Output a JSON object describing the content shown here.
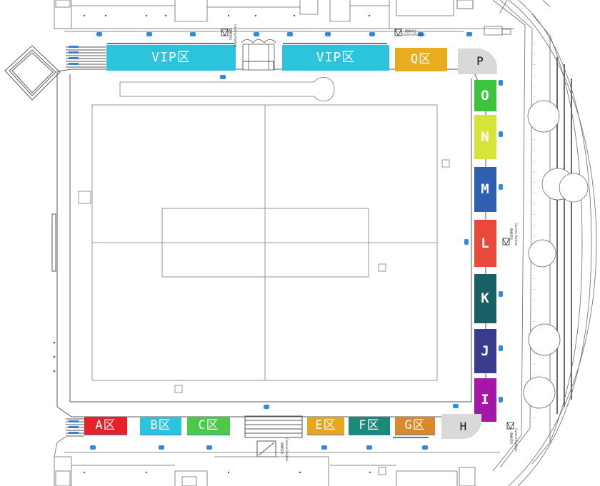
{
  "sections": [
    {
      "id": "vip_left",
      "label": "VIP区",
      "color": "#2bc4dc"
    },
    {
      "id": "vip_right",
      "label": "VIP区",
      "color": "#2bc4dc"
    },
    {
      "id": "q",
      "label": "Q区",
      "color": "#e8ad1f"
    },
    {
      "id": "p",
      "label": "P",
      "color": "#d9d9d9"
    },
    {
      "id": "o",
      "label": "O",
      "color": "#3cc53c"
    },
    {
      "id": "n",
      "label": "N",
      "color": "#d6e43a"
    },
    {
      "id": "m",
      "label": "M",
      "color": "#2f5fb0"
    },
    {
      "id": "l",
      "label": "L",
      "color": "#e8493b"
    },
    {
      "id": "k",
      "label": "K",
      "color": "#1a5e66"
    },
    {
      "id": "j",
      "label": "J",
      "color": "#3a3a8f"
    },
    {
      "id": "i",
      "label": "I",
      "color": "#a417a8"
    },
    {
      "id": "h",
      "label": "H",
      "color": "#d9d9d9"
    },
    {
      "id": "a",
      "label": "A区",
      "color": "#e8202a"
    },
    {
      "id": "b",
      "label": "B区",
      "color": "#2bc4dc"
    },
    {
      "id": "c",
      "label": "C区",
      "color": "#4bc94b"
    },
    {
      "id": "e",
      "label": "E区",
      "color": "#e8a51f"
    },
    {
      "id": "f",
      "label": "F区",
      "color": "#1a8a7a"
    },
    {
      "id": "g",
      "label": "G区",
      "color": "#d9892a"
    }
  ],
  "camera_labels": {
    "cn": "摄像机位",
    "en": "Camera Position"
  },
  "colors": {
    "wall": "#5a5a5a",
    "line": "#7a7a7a",
    "seat_blue": "#3a7fd6",
    "marker_blue": "#2f8ae0"
  }
}
